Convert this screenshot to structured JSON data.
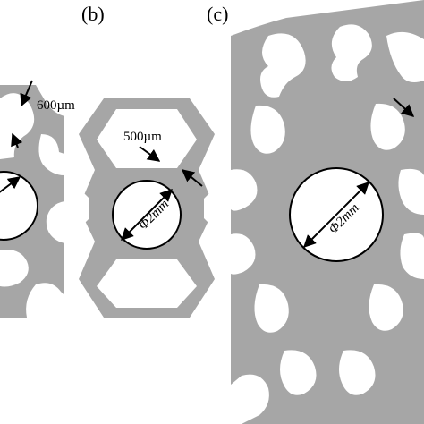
{
  "panels": [
    {
      "id": "a",
      "label": "",
      "annotations": [
        "600µm"
      ]
    },
    {
      "id": "b",
      "label": "(b)",
      "annotations": [
        "500µm",
        "Φ2mm"
      ]
    },
    {
      "id": "c",
      "label": "(c)",
      "annotations": [
        "Φ2mm"
      ]
    }
  ],
  "colors": {
    "material": "#a6a6a6",
    "background": "#ffffff",
    "ink": "#000000"
  }
}
